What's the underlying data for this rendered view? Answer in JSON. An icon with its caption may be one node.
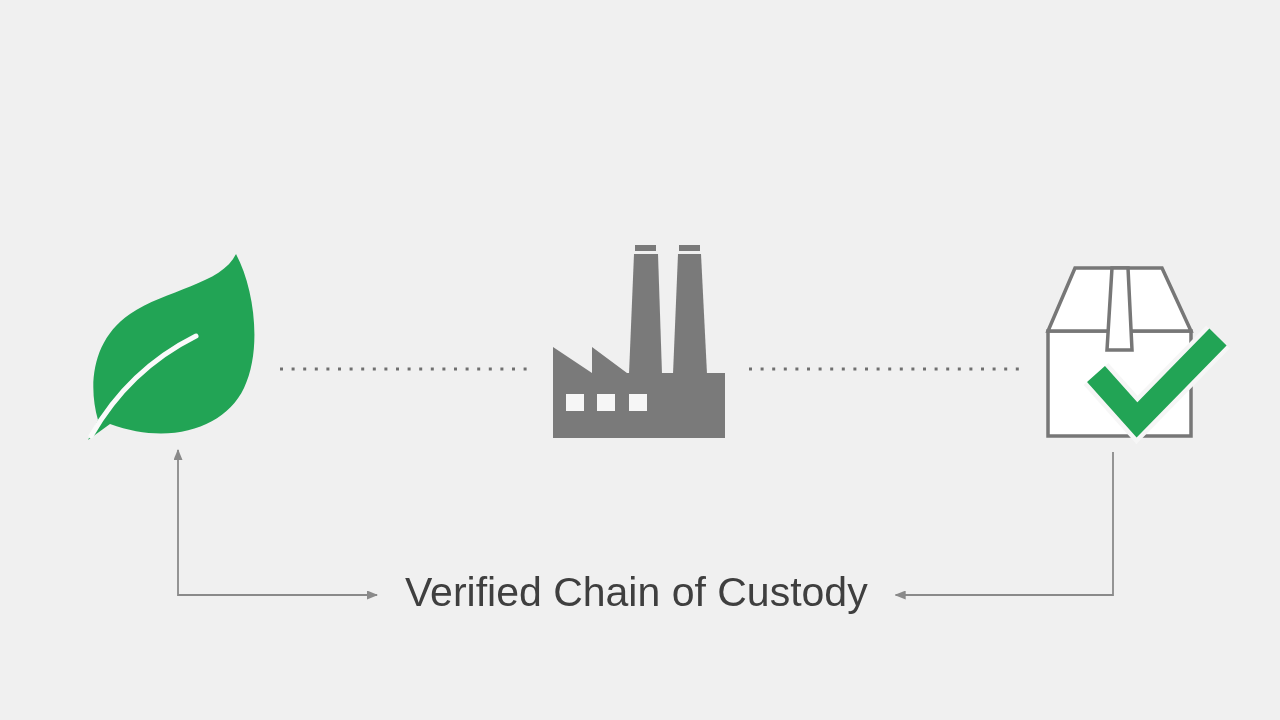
{
  "diagram": {
    "nodes": [
      {
        "text": [],
        "shape": "picture"
      },
      {
        "text": [],
        "shape": "picture"
      },
      {
        "text": [],
        "shape": "box"
      },
      {
        "text": [
          "Verified Chain of Custody"
        ]
      }
    ],
    "edges": [
      {
        "from": 0,
        "to": 1,
        "arrow": "none",
        "style": "dashed"
      },
      {
        "from": 1,
        "to": 2,
        "arrow": "none",
        "style": "dashed"
      },
      {
        "from": 0,
        "to": 3,
        "arrow": "both"
      },
      {
        "from": 2,
        "to": 3,
        "arrow": "to"
      }
    ]
  }
}
